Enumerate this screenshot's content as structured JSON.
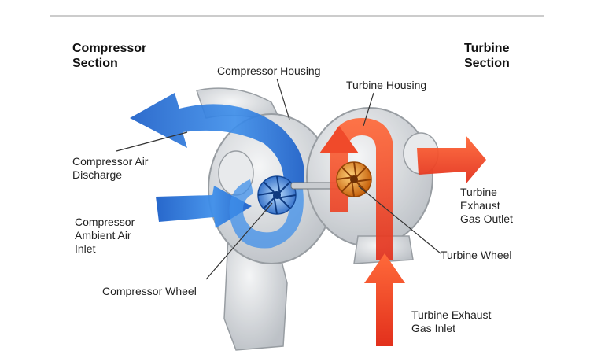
{
  "sections": {
    "compressor": "Compressor\nSection",
    "turbine": "Turbine\nSection"
  },
  "labels": {
    "compressor_housing": "Compressor Housing",
    "turbine_housing": "Turbine Housing",
    "compressor_air_discharge": "Compressor Air\nDischarge",
    "compressor_ambient_air_inlet": "Compressor\nAmbient Air\nInlet",
    "compressor_wheel": "Compressor Wheel",
    "turbine_exhaust_gas_outlet": "Turbine\nExhaust\nGas Outlet",
    "turbine_wheel": "Turbine Wheel",
    "turbine_exhaust_gas_inlet": "Turbine Exhaust\nGas Inlet"
  },
  "colors": {
    "compressor_flow": "#2f7fe0",
    "turbine_flow": "#f04a2a",
    "wheel": "#e08a1e",
    "housing": "#b8bcc2",
    "leader_line": "#333333",
    "rule": "#9a9a9a"
  }
}
